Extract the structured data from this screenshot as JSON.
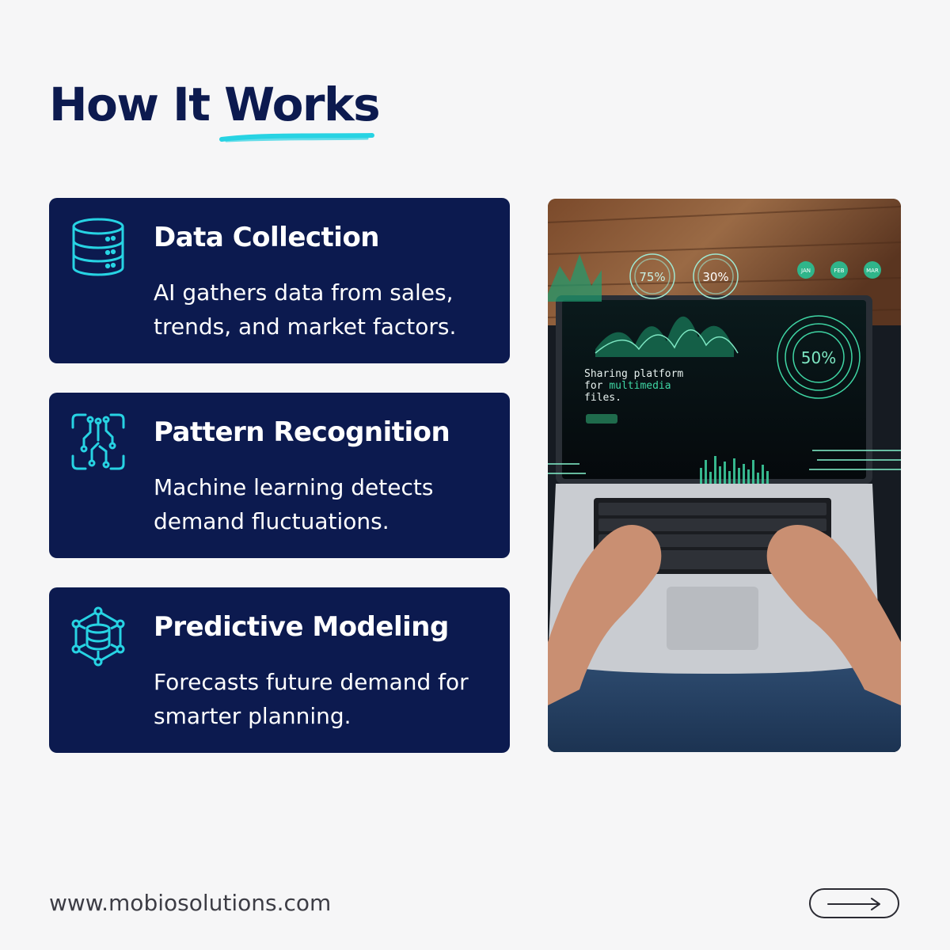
{
  "header": {
    "title": "How It Works"
  },
  "steps": [
    {
      "title": "Data Collection",
      "description": "AI gathers data from sales, trends, and market factors.",
      "icon": "database-icon"
    },
    {
      "title": "Pattern Recognition",
      "description": "Machine learning detects demand fluctuations.",
      "icon": "circuit-scan-icon"
    },
    {
      "title": "Predictive Modeling",
      "description": "Forecasts future demand for smarter planning.",
      "icon": "data-network-icon"
    }
  ],
  "image": {
    "screen_headline": [
      "Sharing platform",
      "for ",
      "multimedia",
      "files."
    ],
    "gauges": [
      "75%",
      "30%",
      "50%"
    ],
    "month_pins": [
      "JAN",
      "FEB",
      "MAR"
    ]
  },
  "footer": {
    "url": "www.mobiosolutions.com",
    "next_icon": "arrow-right-icon"
  },
  "colors": {
    "navy": "#0c1a4f",
    "accent": "#27d3e3",
    "background": "#f6f6f7"
  }
}
